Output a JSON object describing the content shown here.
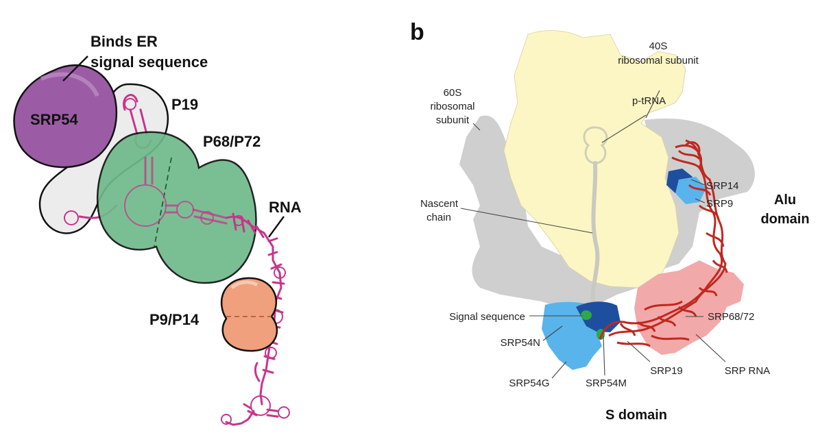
{
  "panel_a": {
    "labels": {
      "binds_line1": "Binds ER",
      "binds_line2": "signal sequence",
      "srp54": "SRP54",
      "p19": "P19",
      "p68_p72": "P68/P72",
      "rna": "RNA",
      "p9_p14": "P9/P14"
    },
    "colors": {
      "srp54": "#9b5ca5",
      "p19": "#ececec",
      "p68_p72": "#6fba8a",
      "p9_p14": "#f0a07c",
      "rna": "#c8348c"
    }
  },
  "panel_b": {
    "panel_letter": "b",
    "labels": {
      "s40_line1": "40S",
      "s40_line2": "ribosomal subunit",
      "s60_line1": "60S",
      "s60_line2": "ribosomal",
      "s60_line3": "subunit",
      "ptrna": "p-tRNA",
      "nascent_line1": "Nascent",
      "nascent_line2": "chain",
      "srp14": "SRP14",
      "srp9": "SRP9",
      "alu_line1": "Alu",
      "alu_line2": "domain",
      "signal_sequence": "Signal sequence",
      "srp68_72": "SRP68/72",
      "srp54n": "SRP54N",
      "srp54g": "SRP54G",
      "srp54m": "SRP54M",
      "srp19": "SRP19",
      "srp_rna": "SRP RNA",
      "s_domain": "S domain"
    },
    "colors": {
      "subunit_40s": "#fbf6c4",
      "subunit_60s": "#cfcfcf",
      "srp_rna": "#c0281f",
      "srp68_72": "#f2a9a9",
      "srp54_light": "#58b4ea",
      "srp54_dark": "#1d4f9e",
      "signal": "#2fa84a"
    }
  }
}
